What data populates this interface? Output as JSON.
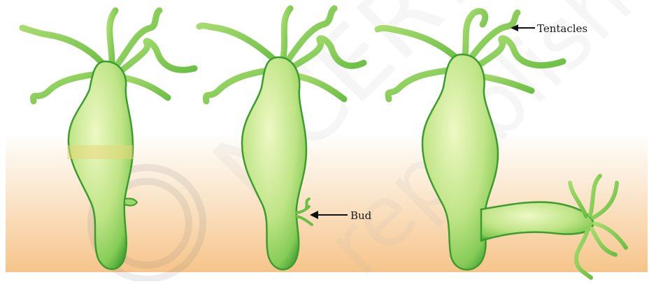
{
  "diagram": {
    "labels": {
      "tentacles": "Tentacles",
      "bud": "Bud"
    },
    "watermark": "© NCERT not to be republished",
    "colors": {
      "body_light": "#e6f6b8",
      "body_mid": "#b6e27a",
      "body_dark": "#2f9a2a",
      "tentacle": "#8fd05e",
      "background_warm": "#f6c48a",
      "arrow": "#111111"
    },
    "stages": [
      "hydra-stage-1",
      "hydra-stage-2",
      "hydra-stage-3"
    ]
  }
}
